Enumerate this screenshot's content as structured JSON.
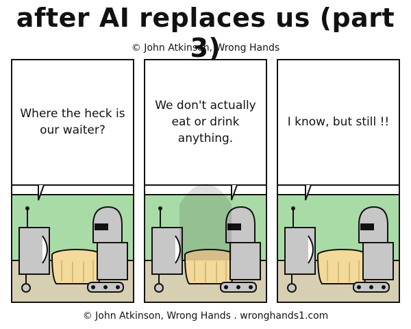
{
  "comic": {
    "title": "after AI replaces us (part 3)",
    "credit_top": "© John Atkinson, Wrong Hands",
    "credit_bottom": "© John Atkinson, Wrong Hands . wronghands1.com",
    "panels": [
      {
        "dialogue": "Where the heck is our waiter?"
      },
      {
        "dialogue": "We don't actually eat or drink anything."
      },
      {
        "dialogue": "I know, but still !!"
      }
    ]
  },
  "colors": {
    "wall": "#a9dba7",
    "floor": "#d7cfb2",
    "robot_gray": "#c7c7c7",
    "robot_shadow": "#9a9a9a",
    "tablecloth": "#f3d99a",
    "ink": "#111111"
  }
}
